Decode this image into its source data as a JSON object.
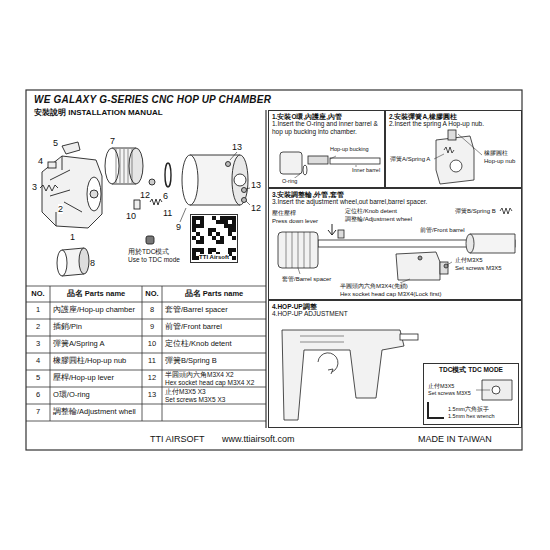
{
  "diagram": {
    "title": "WE GALAXY G-SERIES CNC HOP UP CHAMBER",
    "nodes": [
      {
        "text": [
          "1.安裝O環,內護座,內管",
          "1.Insert the O-ring and inner barrel & hop up bucking into chamber."
        ]
      },
      {
        "text": [
          "2.安裝彈簧A,橡膠圓柱",
          "2.Insert the spring A Hop-up nub."
        ]
      },
      {
        "text": [
          "3.安裝調整輪,外管,套管",
          "3.Insert the adjustment wheel,out barrel,barrel spacer."
        ]
      },
      {
        "text": [
          "4.HOP-UP調整",
          "4.HOP-UP ADJUSTMENT"
        ]
      },
      {
        "text": [
          "TDC模式 TDC MODE"
        ],
        "in": 3
      },
      {
        "text": [
          "TTI Airsoft"
        ]
      }
    ],
    "labels": [
      "安裝說明 INSTALLATION MANUAL",
      "7",
      "5",
      "4",
      "3",
      "2",
      "13",
      "12",
      "6",
      "11",
      "10",
      "13",
      "12",
      "1",
      "8",
      "9",
      "用於TDC模式",
      "Use to TDC mode",
      "NO.",
      "品名 Parts name",
      "NO.",
      "品名 Parts name",
      "1",
      "內護座/Hop-up chamber",
      "8",
      "套管/Barrel spacer",
      "2",
      "插銷/Pin",
      "9",
      "前管/Front barrel",
      "3",
      "彈簧A/Spring A",
      "10",
      "定位柱/Knob detent",
      "4",
      "橡膠圓柱/Hop-up nub",
      "11",
      "彈簧B/Spring B",
      "5",
      "壓桿/Hop-up lever",
      "12",
      "半圓頭內六角M3X4 X2",
      "Hex socket head cap M3X4 X2",
      "6",
      "O環/O-ring",
      "13",
      "止付M3X5 X3",
      "Set screws M3X5 X3",
      "7",
      "調整輪/Adjustment whell",
      "TTI AIRSOFT",
      "www.ttiairsoft.com",
      "MADE IN TAIWAN",
      "Hop-up bucking",
      "Inner barrel",
      "O-ring",
      "彈簧A/Spring A",
      "橡膠圓柱",
      "Hop-up nub",
      "定位柱/Knob detent",
      "調整輪/Adjustment wheel",
      "壓住壓桿",
      "Press down lever",
      "彈簧B/Spring B",
      "前管/Front barrel",
      "套管/Barrel spacer",
      "止付M3X5",
      "Set screws M3X5",
      "半圓頭內六角M3X4(先鎖)",
      "Hex socket head cap M3X4(Lock first)",
      "止付M3X5",
      "Set screws M3X5",
      "1.5mm六角扳手",
      "1.5mm hex wrench"
    ]
  }
}
